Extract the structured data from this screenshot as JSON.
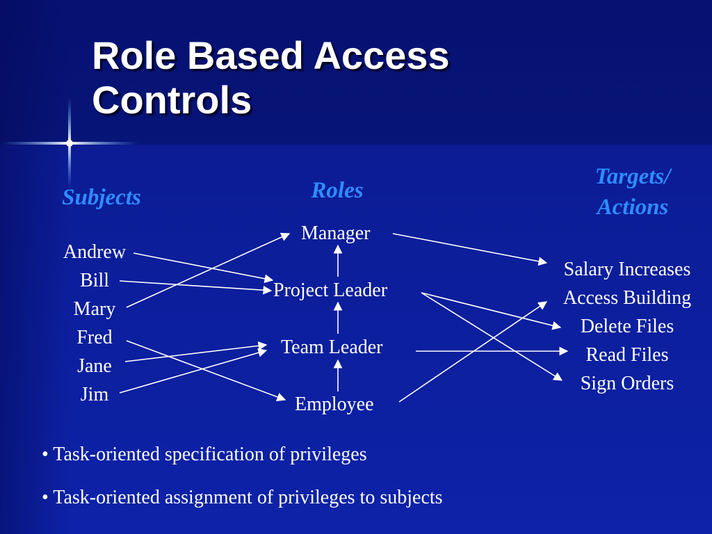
{
  "title": {
    "line1": "Role Based Access",
    "line2": "Controls"
  },
  "headings": {
    "subjects": "Subjects",
    "roles": "Roles",
    "targets_line1": "Targets/",
    "targets_line2": "Actions"
  },
  "subjects": [
    "Andrew",
    "Bill",
    "Mary",
    "Fred",
    "Jane",
    "Jim"
  ],
  "roles": [
    "Manager",
    "Project Leader",
    "Team Leader",
    "Employee"
  ],
  "targets": [
    "Salary Increases",
    "Access Building",
    "Delete Files",
    "Read Files",
    "Sign Orders"
  ],
  "bullets": [
    "• Task-oriented specification of privileges",
    "• Task-oriented assignment of privileges to subjects"
  ],
  "colors": {
    "background": "#0b1a8c",
    "heading": "#2f8cff",
    "text": "#ffffff"
  }
}
